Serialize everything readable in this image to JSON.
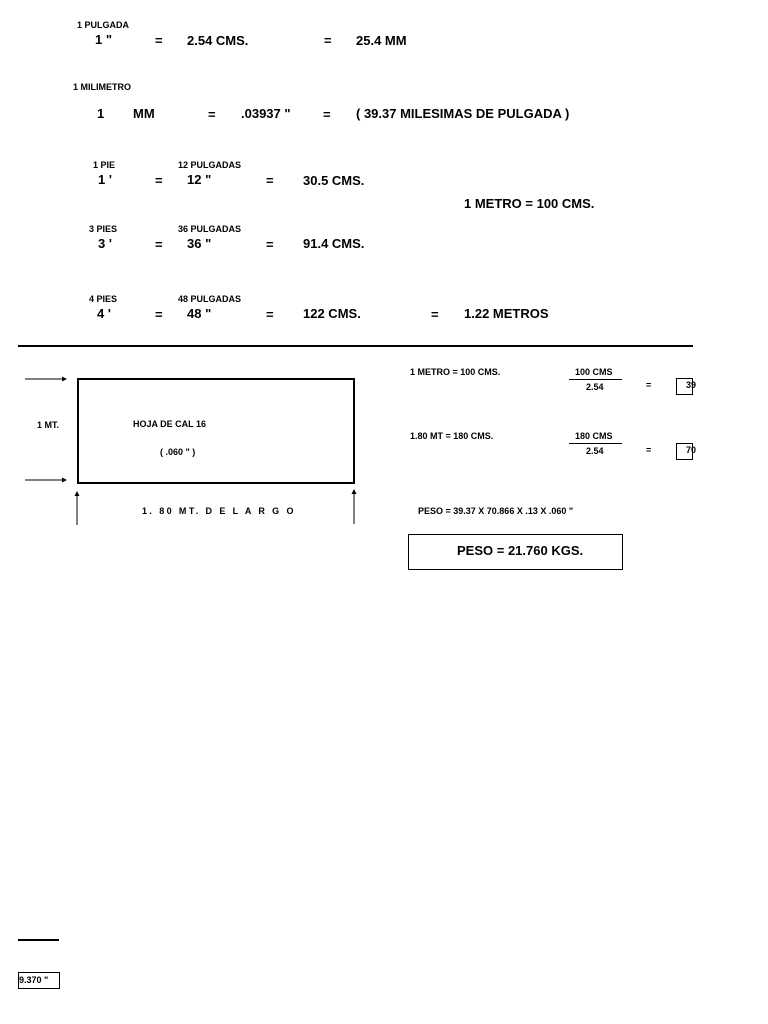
{
  "row_pulgada": {
    "label": "1 PULGADA",
    "left_value": "1  \"",
    "eq1": "=",
    "cms": "2.54 CMS.",
    "eq2": "=",
    "mm": "25.4 MM"
  },
  "row_milimetro": {
    "label": "1 MILIMETRO",
    "one": "1",
    "unit": "MM",
    "eq1": "=",
    "inches": ".03937 \"",
    "eq2": "=",
    "text": "( 39.37  MILESIMAS DE PULGADA )"
  },
  "row_pie": {
    "label": "1 PIE",
    "value": "1 '",
    "pulg_label": "12 PULGADAS",
    "eq1": "=",
    "pulg_value": "12 \"",
    "eq2": "=",
    "cms": "30.5 CMS."
  },
  "metro_note": "1 METRO =  100  CMS.",
  "row_3pies": {
    "label": "3 PIES",
    "value": "3 '",
    "pulg_label": "36 PULGADAS",
    "eq1": "=",
    "pulg_value": "36 \"",
    "eq2": "=",
    "cms": "91.4 CMS."
  },
  "row_4pies": {
    "label": "4 PIES",
    "value": "4 '",
    "pulg_label": "48 PULGADAS",
    "eq1": "=",
    "pulg_value": "48 \"",
    "eq2": "=",
    "cms": "122 CMS.",
    "eq3": "=",
    "metros": "1.22 METROS"
  },
  "sheet": {
    "height_label": "1 MT.",
    "title": "HOJA DE  CAL 16",
    "thickness": "(  .060 \"  )",
    "length_label": "1. 80  MT.   D E   L A R G O"
  },
  "calc": {
    "metro_line": "1 METRO =  100 CMS.",
    "frac1_num": "100 CMS",
    "frac1_den": "2.54",
    "eq1": "=",
    "result1_partial": "39",
    "length_line": "1.80 MT  =   180 CMS.",
    "frac2_num": "180 CMS",
    "frac2_den": "2.54",
    "eq2": "=",
    "result2_partial": "70",
    "peso_formula": "PESO =    39.37   X  70.866   X  .13  X  .060 \"",
    "peso_result": "PESO =    21.760  KGS."
  },
  "bottom_box_value": "9.370 \""
}
